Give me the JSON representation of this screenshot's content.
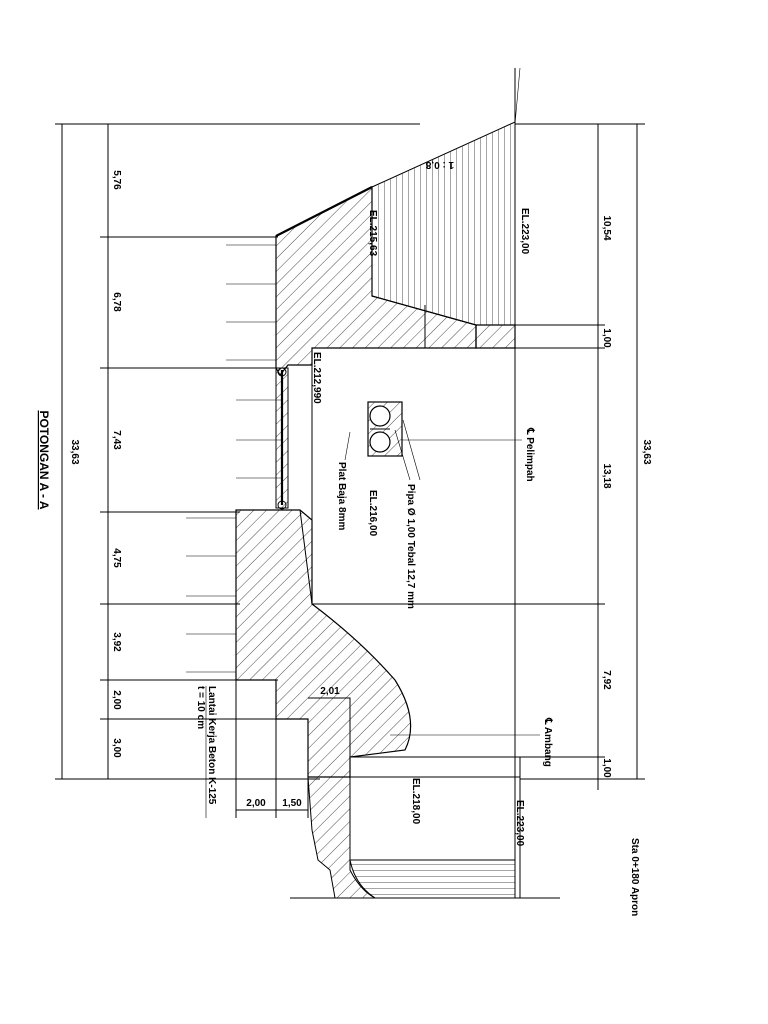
{
  "drawing": {
    "title": "POTONGAN A - A",
    "station": "Sta 0+180 Apron",
    "left_dims": {
      "total": "33,63",
      "d1": "5,76",
      "d2": "6,78",
      "d3": "7,43",
      "d4": "4,75",
      "d5": "3,92",
      "d6": "2,00",
      "d7": "3,00"
    },
    "right_dims": {
      "total": "33,63",
      "d1": "10,54",
      "d2": "1,00",
      "d3": "13,18",
      "d4": "7,92",
      "d5": "1,00"
    },
    "bottom_dims": {
      "b1": "2,00",
      "b2": "1,50"
    },
    "inner_dim": "2,01",
    "slope": "1 : 0,8",
    "elevations": {
      "el_top": "EL.223,00",
      "el_bottom": "EL.223,00",
      "el_215": "EL.215,63",
      "el_212": "EL.212,990",
      "el_216": "EL.216,00",
      "el_218": "EL.218,00"
    },
    "labels": {
      "pelimpah": "℄ Pelimpah",
      "ambang": "℄ Ambang",
      "pipa": "Pipa Ø 1,00 Tebal 12,7  mm",
      "plat": "Plat Baja 8mm",
      "lantai1": "Lantai Kerja Beton K-125",
      "lantai2": "t = 10 cm"
    }
  }
}
